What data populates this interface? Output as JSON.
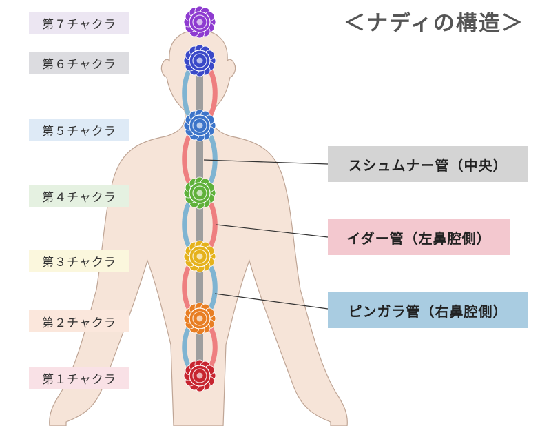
{
  "title": "＜ナディの構造＞",
  "chakras": [
    {
      "label": "第７チャクラ",
      "bg": "#ECE6F2",
      "color": "#8E3BD0"
    },
    {
      "label": "第６チャクラ",
      "bg": "#DCDCE0",
      "color": "#3A49C8"
    },
    {
      "label": "第５チャクラ",
      "bg": "#DEEAF6",
      "color": "#3C74C9"
    },
    {
      "label": "第４チャクラ",
      "bg": "#E5F1E1",
      "color": "#5FB13A"
    },
    {
      "label": "第３チャクラ",
      "bg": "#FBF7DD",
      "color": "#E5B21C"
    },
    {
      "label": "第２チャクラ",
      "bg": "#FBE7DC",
      "color": "#E87E23"
    },
    {
      "label": "第１チャクラ",
      "bg": "#F9E1E6",
      "color": "#C7252F"
    }
  ],
  "nadis": [
    {
      "label": "スシュムナー管（中央）",
      "bg": "#D4D4D4",
      "color": "#9E9E9E"
    },
    {
      "label": "イダー管（左鼻腔側）",
      "bg": "#F3C8CF",
      "color": "#EE7F80"
    },
    {
      "label": "ピンガラ管（右鼻腔側）",
      "bg": "#A9CCE1",
      "color": "#7FB4D2"
    }
  ],
  "colors": {
    "skin": "#F6E4D8",
    "skin_outline": "#BFA595",
    "title": "#555555"
  }
}
